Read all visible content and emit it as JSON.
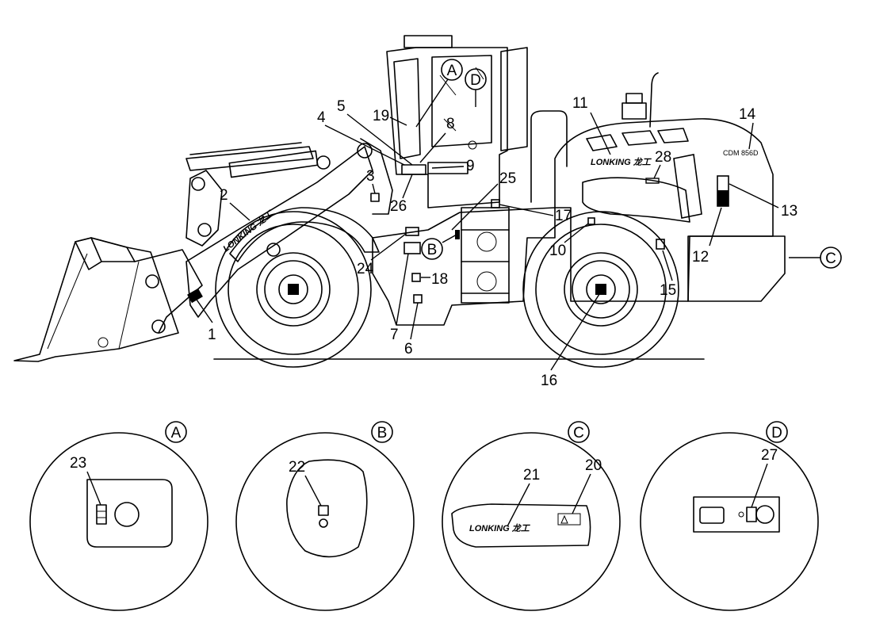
{
  "diagram": {
    "machine_badge": "CDM 856D",
    "brand": "LONKING 龙工",
    "callouts": [
      "1",
      "2",
      "3",
      "4",
      "5",
      "6",
      "7",
      "8",
      "9",
      "10",
      "11",
      "12",
      "13",
      "14",
      "15",
      "16",
      "17",
      "18",
      "19",
      "20",
      "21",
      "22",
      "23",
      "24",
      "25",
      "26",
      "27",
      "28"
    ],
    "view_letters": [
      "A",
      "B",
      "C",
      "D"
    ],
    "detail_views": [
      {
        "letter": "A",
        "callout": "23"
      },
      {
        "letter": "B",
        "callout": "22"
      },
      {
        "letter": "C",
        "callouts": [
          "21",
          "20"
        ],
        "brand": "LONKING 龙工"
      },
      {
        "letter": "D",
        "callout": "27"
      }
    ]
  }
}
